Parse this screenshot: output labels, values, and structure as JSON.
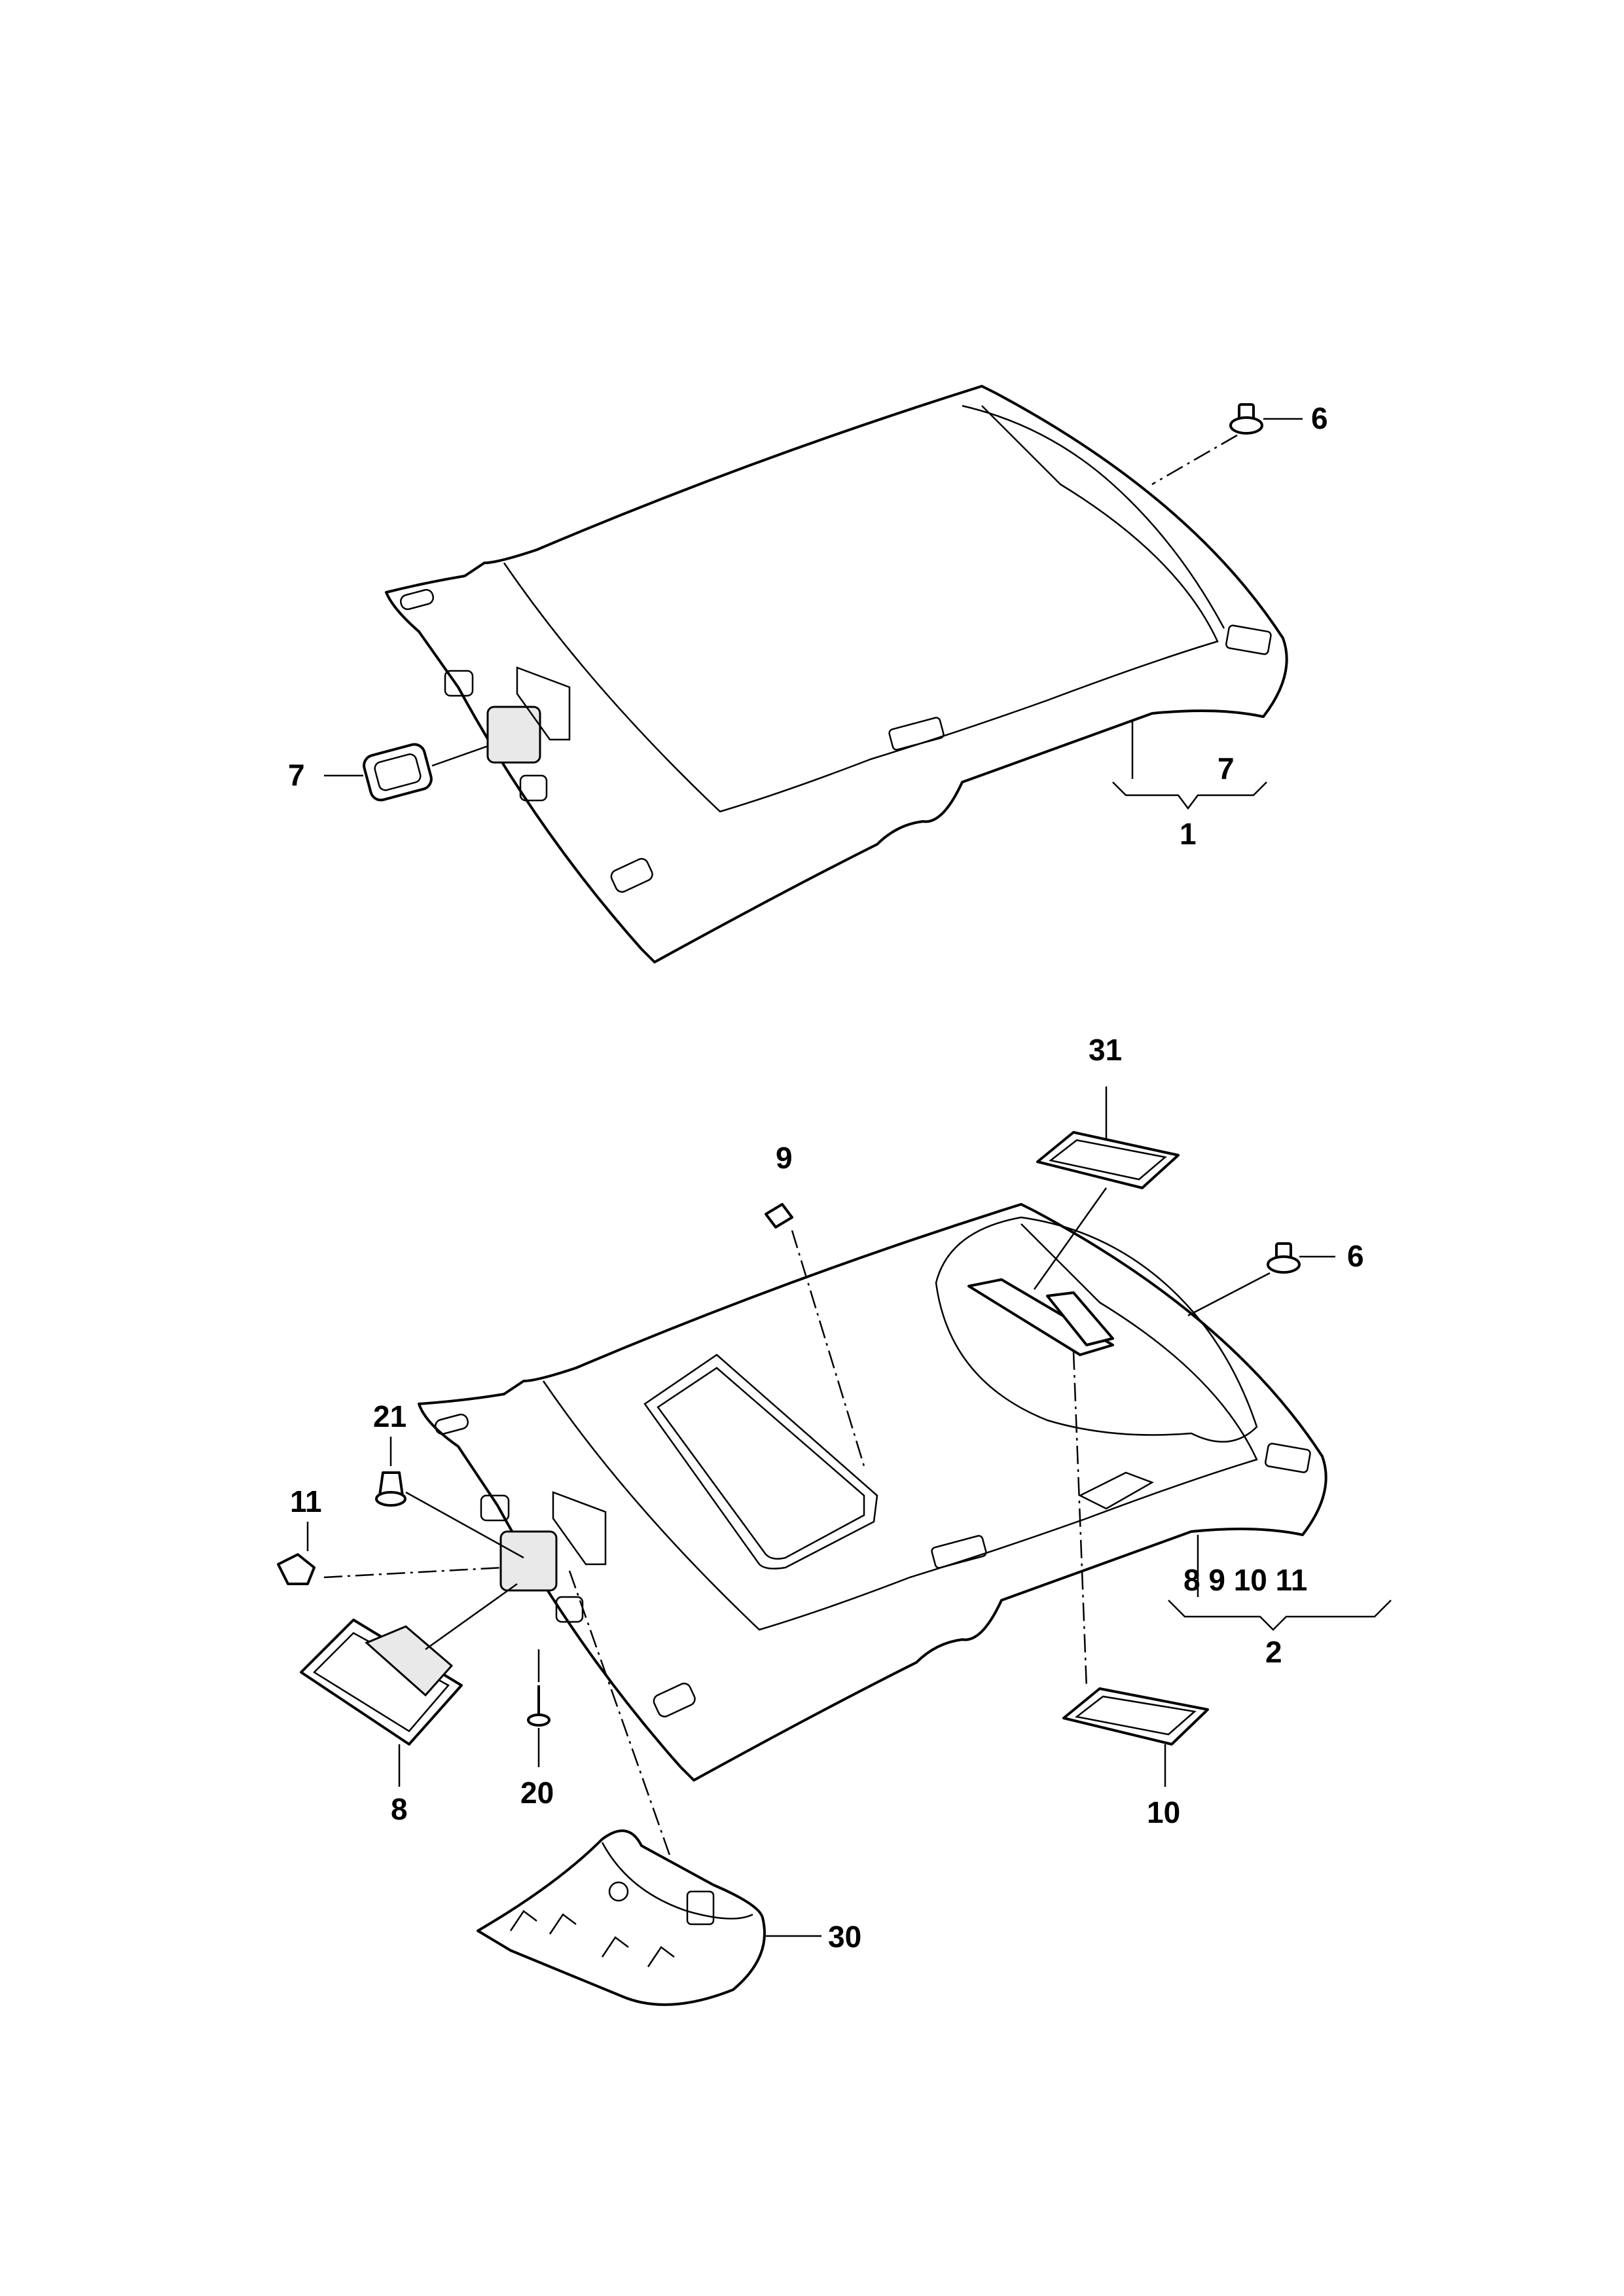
{
  "callouts": {
    "top": {
      "c6": "6",
      "c7_left": "7",
      "c7_right": "7",
      "c1": "1"
    },
    "bottom": {
      "c31": "31",
      "c9": "9",
      "c6": "6",
      "c21": "21",
      "c11": "11",
      "c8": "8",
      "c20": "20",
      "c30": "30",
      "c10": "10",
      "group_list": "8 9 10 11",
      "c2": "2"
    }
  }
}
